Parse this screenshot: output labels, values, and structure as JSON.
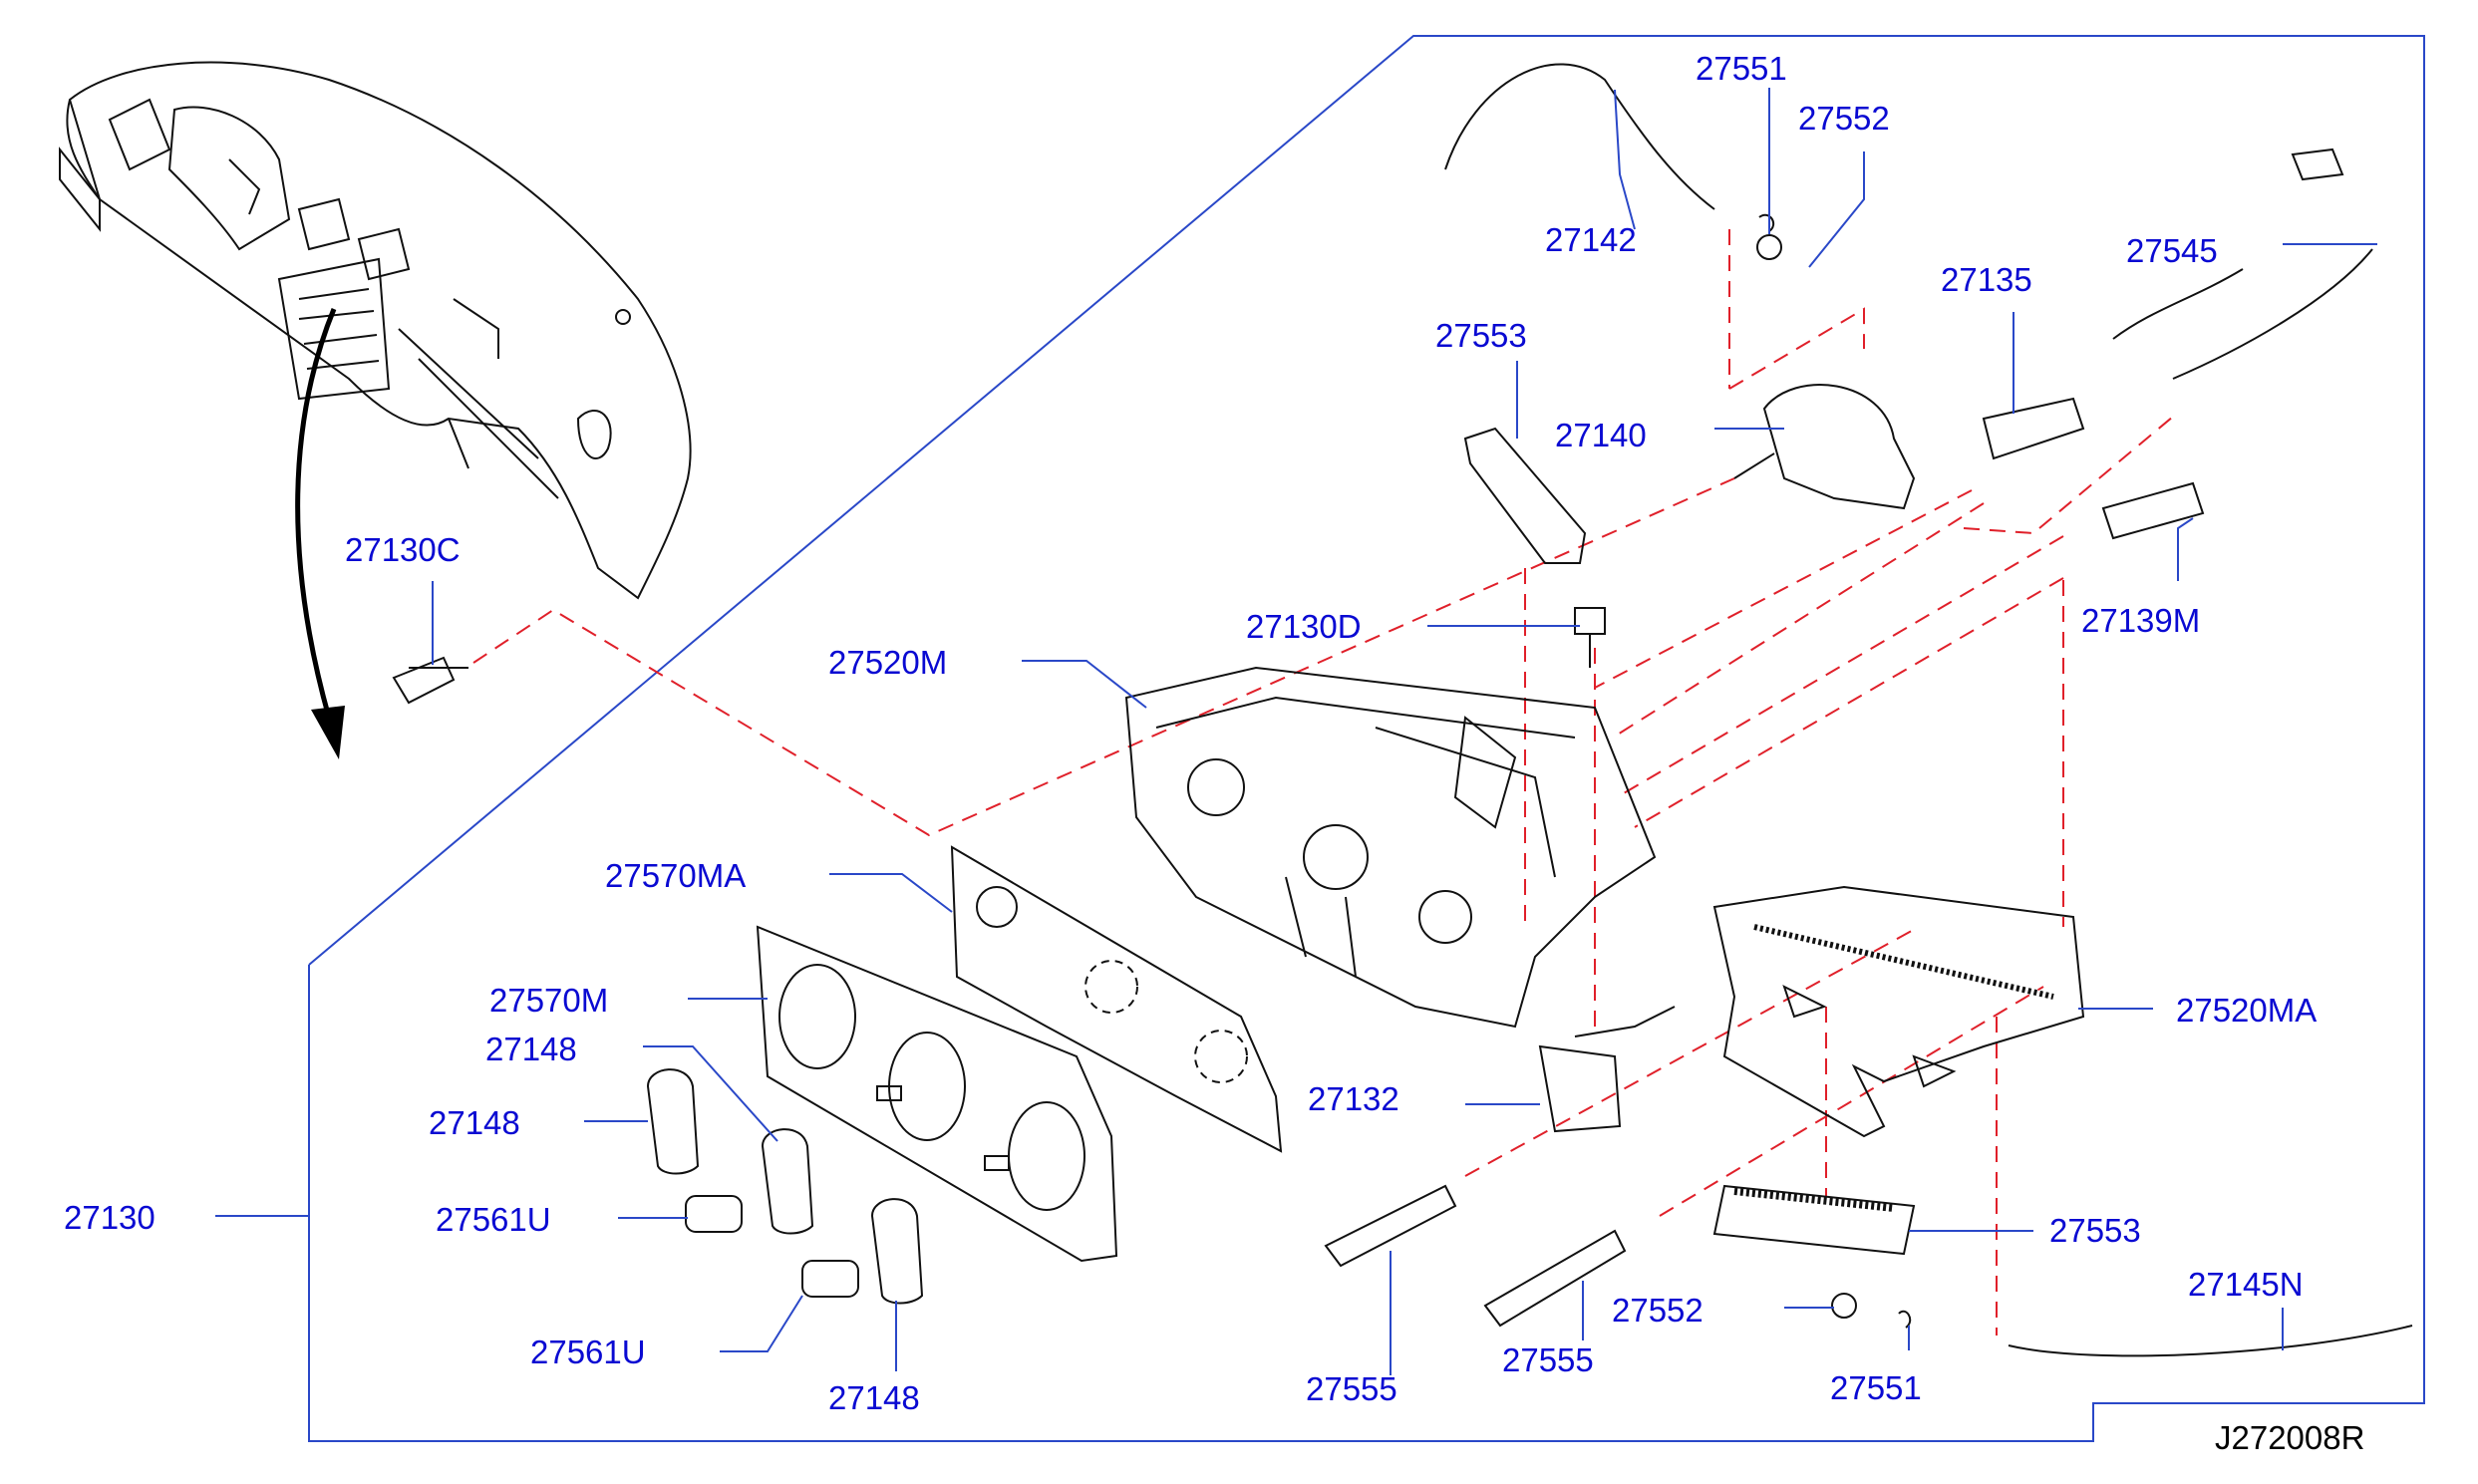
{
  "colors": {
    "callout_text": "#0a0ad2",
    "leader_line": "#2a48c8",
    "hidden_line": "#e0202a",
    "outline": "#111111",
    "background": "#ffffff"
  },
  "diagram": {
    "reference_code": "J272008R",
    "callouts": [
      {
        "id": "c-27551-top",
        "text": "27551"
      },
      {
        "id": "c-27552-top",
        "text": "27552"
      },
      {
        "id": "c-27142",
        "text": "27142"
      },
      {
        "id": "c-27135",
        "text": "27135"
      },
      {
        "id": "c-27545",
        "text": "27545"
      },
      {
        "id": "c-27553-top",
        "text": "27553"
      },
      {
        "id": "c-27140",
        "text": "27140"
      },
      {
        "id": "c-27130c",
        "text": "27130C"
      },
      {
        "id": "c-27130d",
        "text": "27130D"
      },
      {
        "id": "c-27139m",
        "text": "27139M"
      },
      {
        "id": "c-27520m",
        "text": "27520M"
      },
      {
        "id": "c-27570ma",
        "text": "27570MA"
      },
      {
        "id": "c-27570m",
        "text": "27570M"
      },
      {
        "id": "c-27148-a",
        "text": "27148"
      },
      {
        "id": "c-27148-b",
        "text": "27148"
      },
      {
        "id": "c-27130",
        "text": "27130"
      },
      {
        "id": "c-27561u-a",
        "text": "27561U"
      },
      {
        "id": "c-27561u-b",
        "text": "27561U"
      },
      {
        "id": "c-27148-c",
        "text": "27148"
      },
      {
        "id": "c-27132",
        "text": "27132"
      },
      {
        "id": "c-27520ma",
        "text": "27520MA"
      },
      {
        "id": "c-27553-bot",
        "text": "27553"
      },
      {
        "id": "c-27145n",
        "text": "27145N"
      },
      {
        "id": "c-27552-bot",
        "text": "27552"
      },
      {
        "id": "c-27555-a",
        "text": "27555"
      },
      {
        "id": "c-27555-b",
        "text": "27555"
      },
      {
        "id": "c-27551-bot",
        "text": "27551"
      }
    ]
  }
}
